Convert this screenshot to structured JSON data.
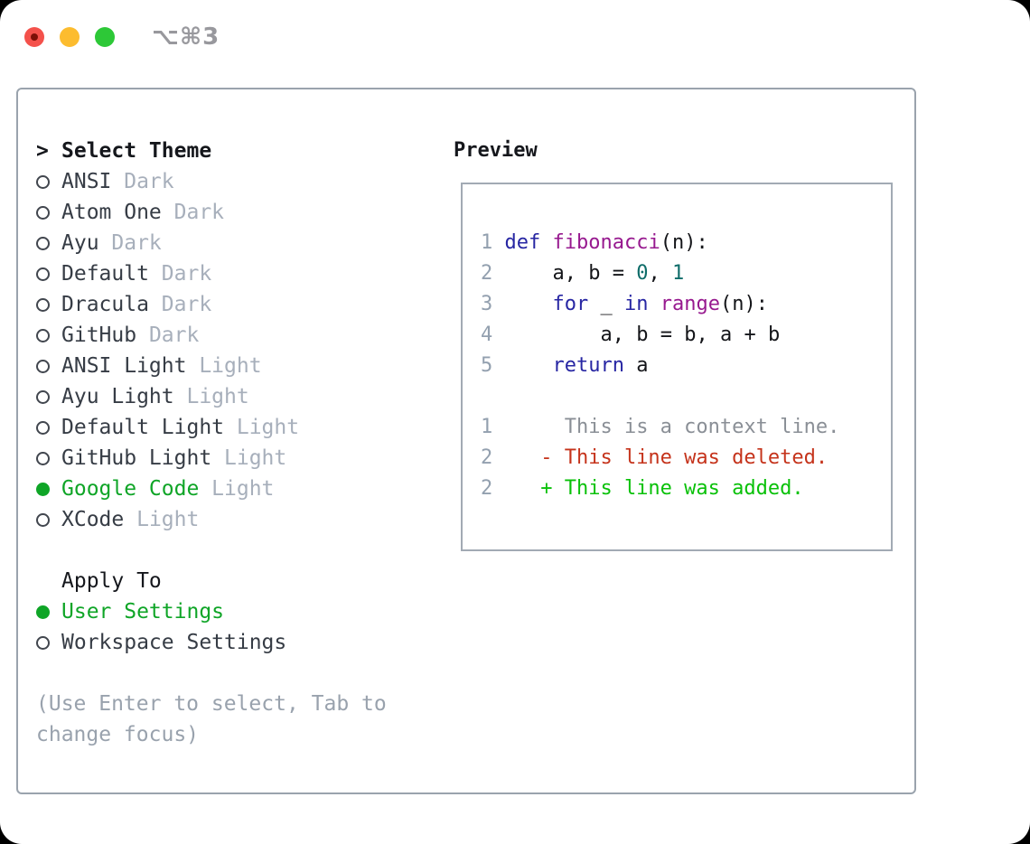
{
  "window": {
    "shortcut": "⌥⌘3"
  },
  "theme_selector": {
    "title_marker": ">",
    "title": "Select Theme",
    "themes": [
      {
        "name": "ANSI",
        "variant": "Dark",
        "selected": false
      },
      {
        "name": "Atom One",
        "variant": "Dark",
        "selected": false
      },
      {
        "name": "Ayu",
        "variant": "Dark",
        "selected": false
      },
      {
        "name": "Default",
        "variant": "Dark",
        "selected": false
      },
      {
        "name": "Dracula",
        "variant": "Dark",
        "selected": false
      },
      {
        "name": "GitHub",
        "variant": "Dark",
        "selected": false
      },
      {
        "name": "ANSI Light",
        "variant": "Light",
        "selected": false
      },
      {
        "name": "Ayu Light",
        "variant": "Light",
        "selected": false
      },
      {
        "name": "Default Light",
        "variant": "Light",
        "selected": false
      },
      {
        "name": "GitHub Light",
        "variant": "Light",
        "selected": false
      },
      {
        "name": "Google Code",
        "variant": "Light",
        "selected": true
      },
      {
        "name": "XCode",
        "variant": "Light",
        "selected": false
      }
    ],
    "apply_to": {
      "title": "Apply To",
      "options": [
        {
          "label": "User Settings",
          "selected": true
        },
        {
          "label": "Workspace Settings",
          "selected": false
        }
      ]
    },
    "hint": "(Use Enter to select, Tab to change focus)"
  },
  "preview": {
    "title": "Preview",
    "lines": [
      {
        "num": "1",
        "tokens": [
          {
            "t": " ",
            "c": "pl"
          },
          {
            "t": "def",
            "c": "kw"
          },
          {
            "t": " ",
            "c": "pl"
          },
          {
            "t": "fibonacci",
            "c": "fn"
          },
          {
            "t": "(",
            "c": "pl"
          },
          {
            "t": "n",
            "c": "va"
          },
          {
            "t": "):",
            "c": "pl"
          }
        ]
      },
      {
        "num": "2",
        "tokens": [
          {
            "t": "     ",
            "c": "pl"
          },
          {
            "t": "a",
            "c": "va"
          },
          {
            "t": ", ",
            "c": "pl"
          },
          {
            "t": "b",
            "c": "va"
          },
          {
            "t": " = ",
            "c": "pl"
          },
          {
            "t": "0",
            "c": "li"
          },
          {
            "t": ", ",
            "c": "pl"
          },
          {
            "t": "1",
            "c": "li"
          }
        ]
      },
      {
        "num": "3",
        "tokens": [
          {
            "t": "     ",
            "c": "pl"
          },
          {
            "t": "for",
            "c": "kw"
          },
          {
            "t": " _ ",
            "c": "pl"
          },
          {
            "t": "in",
            "c": "kw"
          },
          {
            "t": " ",
            "c": "pl"
          },
          {
            "t": "range",
            "c": "fn"
          },
          {
            "t": "(",
            "c": "pl"
          },
          {
            "t": "n",
            "c": "va"
          },
          {
            "t": "):",
            "c": "pl"
          }
        ]
      },
      {
        "num": "4",
        "tokens": [
          {
            "t": "         ",
            "c": "pl"
          },
          {
            "t": "a",
            "c": "va"
          },
          {
            "t": ", ",
            "c": "pl"
          },
          {
            "t": "b",
            "c": "va"
          },
          {
            "t": " = ",
            "c": "pl"
          },
          {
            "t": "b",
            "c": "va"
          },
          {
            "t": ", ",
            "c": "pl"
          },
          {
            "t": "a",
            "c": "va"
          },
          {
            "t": " + ",
            "c": "pl"
          },
          {
            "t": "b",
            "c": "va"
          }
        ]
      },
      {
        "num": "5",
        "tokens": [
          {
            "t": "     ",
            "c": "pl"
          },
          {
            "t": "return",
            "c": "kw"
          },
          {
            "t": " ",
            "c": "pl"
          },
          {
            "t": "a",
            "c": "va"
          }
        ]
      },
      {
        "num": "",
        "tokens": []
      },
      {
        "num": "1",
        "tokens": [
          {
            "t": "      This is a context line.",
            "c": "ctx"
          }
        ]
      },
      {
        "num": "2",
        "tokens": [
          {
            "t": "    - This line was deleted.",
            "c": "del"
          }
        ]
      },
      {
        "num": "2",
        "tokens": [
          {
            "t": "    + This line was added.",
            "c": "add"
          }
        ]
      }
    ]
  },
  "colors": {
    "accent_green": "#0fa527",
    "added_green": "#09c109",
    "deleted_red": "#c5331b",
    "keyword_blue": "#2726a3",
    "function_purple": "#97198f",
    "literal_teal": "#0e6c69",
    "muted_gray": "#a7afbb",
    "border_gray": "#9aa3ad"
  }
}
